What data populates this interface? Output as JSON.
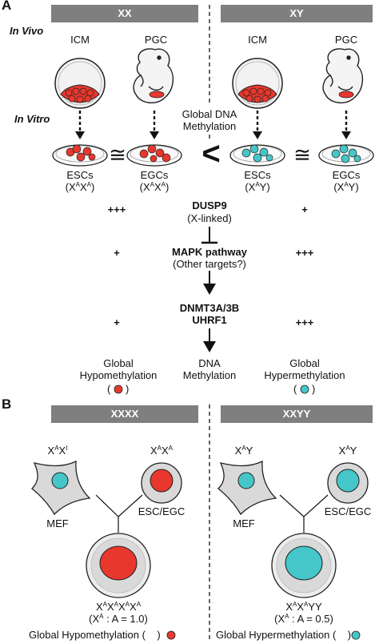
{
  "panel_a": {
    "label": "A",
    "header_xx": "XX",
    "header_xy": "XY",
    "row_in_vivo": "In Vivo",
    "row_in_vitro": "In Vitro",
    "icm_left": "ICM",
    "pgc_left": "PGC",
    "icm_right": "ICM",
    "pgc_right": "PGC",
    "global_dna_methylation": [
      "Global DNA",
      "Methylation"
    ],
    "approx_symbol": "≅",
    "less_than_symbol": "<",
    "cells": [
      {
        "name": "ESCs",
        "genotype_base": "(X",
        "genotype_sup": "A",
        "genotype_mid": "X",
        "genotype_sup2": "A",
        "genotype_end": ")"
      },
      {
        "name": "EGCs",
        "genotype_base": "(X",
        "genotype_sup": "A",
        "genotype_mid": "X",
        "genotype_sup2": "A",
        "genotype_end": ")"
      },
      {
        "name": "ESCs",
        "genotype_base": "(X",
        "genotype_sup": "A",
        "genotype_mid": "Y",
        "genotype_sup2": "",
        "genotype_end": ")"
      },
      {
        "name": "EGCs",
        "genotype_base": "(X",
        "genotype_sup": "A",
        "genotype_mid": "Y",
        "genotype_sup2": "",
        "genotype_end": ")"
      }
    ],
    "pathway": {
      "dusp9": "DUSP9",
      "dusp9_sub": "(X-linked)",
      "mapk": "MAPK pathway",
      "mapk_sub": "(Other targets?)",
      "dnmt": "DNMT3A/3B",
      "uhrf1": "UHRF1",
      "dna_meth": [
        "DNA",
        "Methylation"
      ]
    },
    "levels_left": [
      "+++",
      "+",
      "+"
    ],
    "levels_right": [
      "+",
      "+++",
      "+++"
    ],
    "outcome_left": [
      "Global",
      "Hypomethylation"
    ],
    "outcome_right": [
      "Global",
      "Hypermethylation"
    ],
    "paren_open": "(",
    "paren_close": ")"
  },
  "panel_b": {
    "label": "B",
    "header_xxxx": "XXXX",
    "header_xxyy": "XXYY",
    "left": {
      "mef_genotype": {
        "a": "X",
        "a_sup": "A",
        "b": "X",
        "b_sup": "I"
      },
      "mef_label": "MEF",
      "esc_genotype": {
        "a": "X",
        "a_sup": "A",
        "b": "X",
        "b_sup": "A"
      },
      "esc_label": "ESC/EGC",
      "hybrid_genotype": "XAXAXAXA",
      "hybrid_parts": [
        [
          "X",
          "A"
        ],
        [
          "X",
          "A"
        ],
        [
          "X",
          "A"
        ],
        [
          "X",
          "A"
        ]
      ],
      "ratio": {
        "pre": "(X",
        "sup": "A",
        "post": " : A = 1.0)"
      },
      "outcome": "Global Hypomethylation"
    },
    "right": {
      "mef_genotype": {
        "a": "X",
        "a_sup": "A",
        "b": "Y",
        "b_sup": ""
      },
      "mef_label": "MEF",
      "esc_genotype": {
        "a": "X",
        "a_sup": "A",
        "b": "Y",
        "b_sup": ""
      },
      "esc_label": "ESC/EGC",
      "hybrid_parts": [
        [
          "X",
          "A"
        ],
        [
          "X",
          "A"
        ],
        [
          "Y",
          ""
        ],
        [
          "Y",
          ""
        ]
      ],
      "ratio": {
        "pre": "(X",
        "sup": "A",
        "post": " : A = 0.5)"
      },
      "outcome": "Global Hypermethylation"
    }
  },
  "colors": {
    "header_bg": "#7f7f7f",
    "red": "#e8382d",
    "cyan": "#45c6c8",
    "grey_cell": "#d9d9d9"
  }
}
